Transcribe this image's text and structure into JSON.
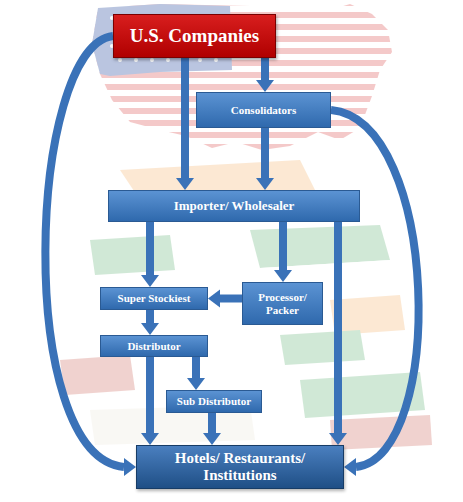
{
  "diagram": {
    "nodes": [
      {
        "text": [
          "U.S. Companies"
        ]
      },
      {
        "text": [
          "Consolidators"
        ]
      },
      {
        "text": [
          "Importer/ Wholesaler"
        ]
      },
      {
        "text": [
          "Super Stockiest"
        ]
      },
      {
        "text": [
          "Processor/ Packer"
        ]
      },
      {
        "text": [
          "Distributor"
        ]
      },
      {
        "text": [
          "Sub Distributor"
        ]
      },
      {
        "text": [
          "Hotels/ Restaurants/ Institutions"
        ]
      }
    ],
    "edges": [
      {
        "from": 0,
        "to": 1,
        "arrow": "to"
      },
      {
        "from": 0,
        "to": 2,
        "arrow": "to"
      },
      {
        "from": 0,
        "to": 7,
        "arrow": "to"
      },
      {
        "from": 1,
        "to": 2,
        "arrow": "to"
      },
      {
        "from": 1,
        "to": 7,
        "arrow": "to"
      },
      {
        "from": 2,
        "to": 3,
        "arrow": "to"
      },
      {
        "from": 2,
        "to": 4,
        "arrow": "to"
      },
      {
        "from": 2,
        "to": 7,
        "arrow": "to"
      },
      {
        "from": 4,
        "to": 3,
        "arrow": "to"
      },
      {
        "from": 3,
        "to": 5,
        "arrow": "to"
      },
      {
        "from": 5,
        "to": 7,
        "arrow": "to"
      },
      {
        "from": 5,
        "to": 6,
        "arrow": "to"
      },
      {
        "from": 6,
        "to": 7,
        "arrow": "to"
      }
    ]
  }
}
